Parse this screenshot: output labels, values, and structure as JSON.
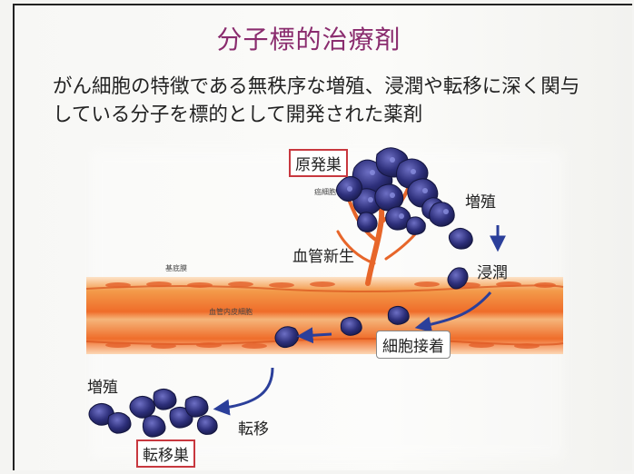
{
  "title": "分子標的治療剤",
  "lead": {
    "line1": "がん細胞の特徴である無秩序な増殖、浸潤や転移に深く関与",
    "line2": "している分子を標的として開発された薬剤"
  },
  "diagram": {
    "primary_tumor": "原発巣",
    "cancer_cell": "癌細胞",
    "proliferation_top": "増殖",
    "invasion": "浸潤",
    "angiogenesis": "血管新生",
    "basement_membrane": "基底膜",
    "endothelial_cell": "血管内皮細胞",
    "cell_adhesion": "細胞接着",
    "proliferation_bottom": "増殖",
    "metastasis": "転移",
    "metastatic_focus": "転移巣"
  },
  "colors": {
    "title": "#8a2c6e",
    "cell": "#2d2f7a",
    "vessel": "#f08a3a",
    "box_border": "#c8383f",
    "arrow": "#2b3f9a"
  }
}
